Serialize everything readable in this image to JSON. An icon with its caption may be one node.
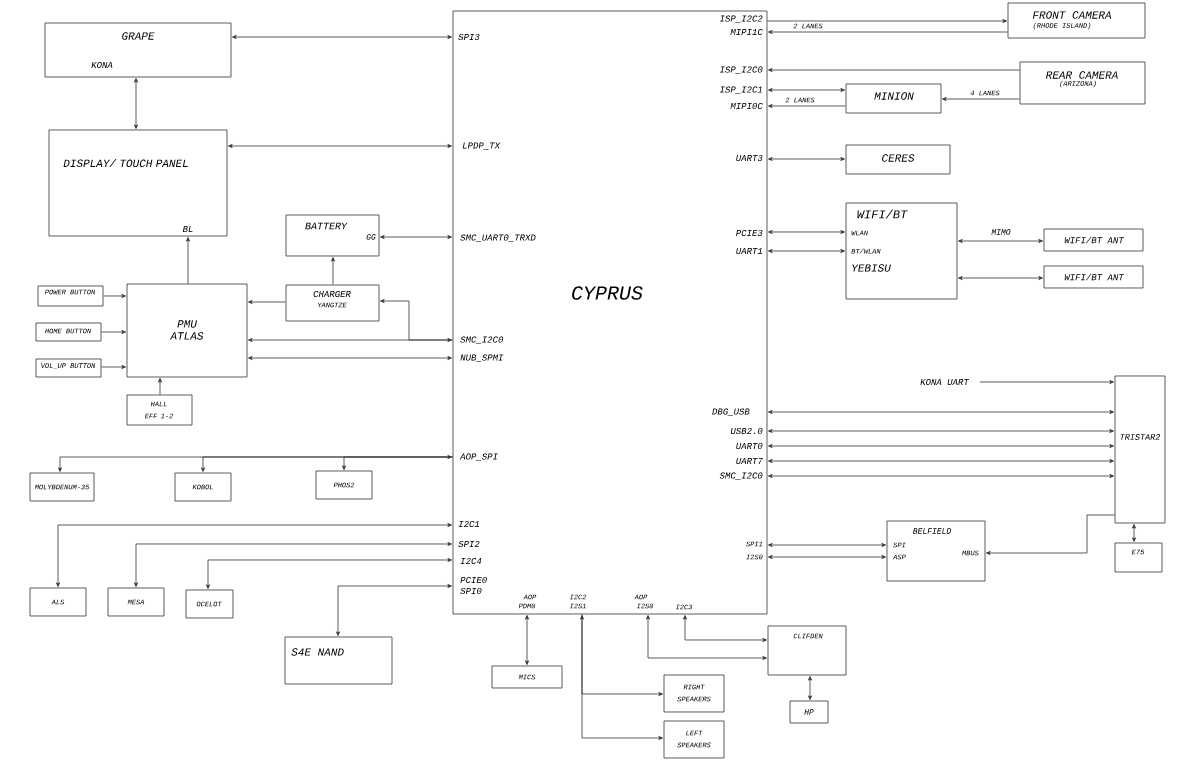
{
  "diagram": {
    "nodes": [
      {
        "text": [
          "GRAPE",
          "KONA"
        ]
      },
      {
        "text": [
          "CYPRUS"
        ]
      },
      {
        "text": [
          "FRONT CAMERA",
          "(RHODE ISLAND)"
        ]
      },
      {
        "text": [
          "REAR CAMERA",
          "(ARIZONA)"
        ]
      },
      {
        "text": [
          "MINION"
        ]
      },
      {
        "text": [
          "DISPLAY/ TOUCH PANEL",
          "BL"
        ]
      },
      {
        "text": [
          "CERES"
        ]
      },
      {
        "text": [
          "BATTERY",
          "GG"
        ]
      },
      {
        "text": [
          "WIFI/BT",
          "WLAN",
          "BT/WLAN",
          "YEBISU"
        ]
      },
      {
        "text": [
          "WIFI/BT ANT"
        ]
      },
      {
        "text": [
          "WIFI/BT ANT"
        ]
      },
      {
        "text": [
          "POWER BUTTON"
        ]
      },
      {
        "text": [
          "PMU ATLAS"
        ]
      },
      {
        "text": [
          "CHARGER",
          "YANGTZE"
        ]
      },
      {
        "text": [
          "HOME BUTTON"
        ]
      },
      {
        "text": [
          "VOL_UP BUTTON"
        ]
      },
      {
        "text": [
          "TRISTAR2"
        ]
      },
      {
        "text": [
          "HALL EFF 1-2"
        ]
      },
      {
        "text": [
          "MOLYBDENUM-35"
        ]
      },
      {
        "text": [
          "KOBOL"
        ]
      },
      {
        "text": [
          "PHOS2"
        ]
      },
      {
        "text": [
          "BELFIELD",
          "SPI",
          "ASP",
          "MBUS"
        ]
      },
      {
        "text": [
          "E75"
        ]
      },
      {
        "text": [
          "ALS"
        ]
      },
      {
        "text": [
          "MESA"
        ]
      },
      {
        "text": [
          "OCELOT"
        ]
      },
      {
        "text": [
          "S4E NAND"
        ]
      },
      {
        "text": [
          "CLIFDEN"
        ]
      },
      {
        "text": [
          "MICS"
        ]
      },
      {
        "text": [
          "RIGHT SPEAKERS"
        ]
      },
      {
        "text": [
          "HP"
        ]
      },
      {
        "text": [
          "LEFT SPEAKERS"
        ]
      }
    ],
    "edges": [
      {
        "from": 0,
        "to": 1,
        "arrow": "both"
      },
      {
        "from": 0,
        "to": 5,
        "arrow": "both"
      },
      {
        "from": 5,
        "to": 1,
        "arrow": "both"
      },
      {
        "from": 7,
        "to": 1,
        "arrow": "both"
      },
      {
        "from": 12,
        "to": 5,
        "arrow": "to"
      },
      {
        "from": 13,
        "to": 7,
        "arrow": "to"
      },
      {
        "from": 13,
        "to": 12,
        "arrow": "to"
      },
      {
        "from": 12,
        "to": 1,
        "arrow": "both"
      },
      {
        "from": 1,
        "to": 13,
        "arrow": "to"
      },
      {
        "from": 12,
        "to": 1,
        "arrow": "both"
      },
      {
        "from": 11,
        "to": 12,
        "arrow": "to"
      },
      {
        "from": 14,
        "to": 12,
        "arrow": "to"
      },
      {
        "from": 15,
        "to": 12,
        "arrow": "to"
      },
      {
        "from": 17,
        "to": 12,
        "arrow": "to"
      },
      {
        "from": 1,
        "to": 18,
        "arrow": "both"
      },
      {
        "from": 1,
        "to": 19,
        "arrow": "to"
      },
      {
        "from": 1,
        "to": 20,
        "arrow": "to"
      },
      {
        "from": 1,
        "to": 23,
        "arrow": "both"
      },
      {
        "from": 1,
        "to": 24,
        "arrow": "both"
      },
      {
        "from": 1,
        "to": 25,
        "arrow": "both"
      },
      {
        "from": 1,
        "to": 26,
        "arrow": "both"
      },
      {
        "from": 1,
        "to": 2,
        "arrow": "to"
      },
      {
        "from": 2,
        "to": 1,
        "arrow": "to",
        "label": "2 LANES"
      },
      {
        "from": 3,
        "to": 1,
        "arrow": "to"
      },
      {
        "from": 1,
        "to": 4,
        "arrow": "both"
      },
      {
        "from": 4,
        "to": 1,
        "arrow": "to",
        "label": "2 LANES"
      },
      {
        "from": 3,
        "to": 4,
        "arrow": "to",
        "label": "4 LANES"
      },
      {
        "from": 1,
        "to": 6,
        "arrow": "both"
      },
      {
        "from": 1,
        "to": 8,
        "arrow": "both"
      },
      {
        "from": 1,
        "to": 8,
        "arrow": "both"
      },
      {
        "from": 8,
        "to": 9,
        "arrow": "both",
        "label": "MIMO"
      },
      {
        "from": 8,
        "to": 10,
        "arrow": "both"
      },
      {
        "from": null,
        "to": 16,
        "arrow": "to",
        "label": "KONA UART"
      },
      {
        "from": 1,
        "to": 16,
        "arrow": "both"
      },
      {
        "from": 1,
        "to": 16,
        "arrow": "both"
      },
      {
        "from": 1,
        "to": 16,
        "arrow": "both"
      },
      {
        "from": 1,
        "to": 16,
        "arrow": "both"
      },
      {
        "from": 1,
        "to": 16,
        "arrow": "both"
      },
      {
        "from": 1,
        "to": 21,
        "arrow": "both"
      },
      {
        "from": 1,
        "to": 21,
        "arrow": "both"
      },
      {
        "from": 16,
        "to": 21,
        "arrow": "to"
      },
      {
        "from": 16,
        "to": 22,
        "arrow": "both"
      },
      {
        "from": 1,
        "to": 28,
        "arrow": "both"
      },
      {
        "from": 1,
        "to": 29,
        "arrow": "both"
      },
      {
        "from": 1,
        "to": 31,
        "arrow": "to"
      },
      {
        "from": 1,
        "to": 27,
        "arrow": "both"
      },
      {
        "from": 1,
        "to": 27,
        "arrow": "both"
      },
      {
        "from": 27,
        "to": 30,
        "arrow": "both"
      }
    ],
    "labels": [
      "ISP_I2C2",
      "SPI3",
      "MIPI1C",
      "ISP_I2C0",
      "ISP_I2C1",
      "MIPI0C",
      "LPDP_TX",
      "UART3",
      "SMC_UART0_TRXD",
      "PCIE3",
      "UART1",
      "SMC_I2C0",
      "NUB_SPMI",
      "DBG_USB",
      "USB2.0",
      "UART0",
      "AOP_SPI",
      "UART7",
      "SMC_I2C0",
      "I2C1",
      "SPI2",
      "SPI1",
      "I2C4",
      "I2S0",
      "PCIE0",
      "SPI0",
      "AOP",
      "I2C2",
      "AOP",
      "PDM0",
      "I2S1",
      "I2S0",
      "I2C3"
    ]
  }
}
